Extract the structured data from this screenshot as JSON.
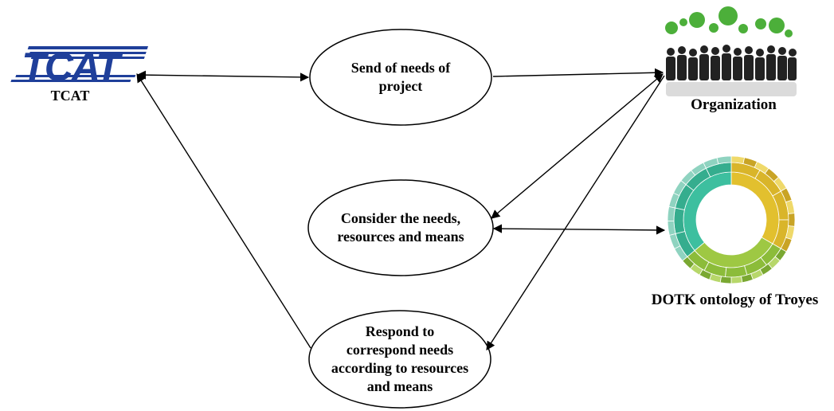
{
  "actors": {
    "tcat": {
      "logo_text": "TCAT",
      "label": "TCAT"
    },
    "organization": {
      "label": "Organization"
    },
    "ontology": {
      "label": "DOTK ontology of Troyes"
    }
  },
  "processes": [
    {
      "id": "send",
      "lines": [
        "Send of needs of",
        "project"
      ]
    },
    {
      "id": "consider",
      "lines": [
        "Consider the needs,",
        "resources and means"
      ]
    },
    {
      "id": "respond",
      "lines": [
        "Respond to",
        "correspond needs",
        "according to resources",
        "and means"
      ]
    }
  ],
  "colors": {
    "tcat_blue": "#1f3f9a",
    "line": "#000000",
    "green": "#4caf3a",
    "teal": "#3dbf9f",
    "yellow": "#e2c02e",
    "lime": "#9ec843"
  },
  "icons": {
    "tcat_logo": "tcat-logo-icon",
    "organization": "people-group-icon",
    "ontology": "sunburst-chart-icon"
  }
}
